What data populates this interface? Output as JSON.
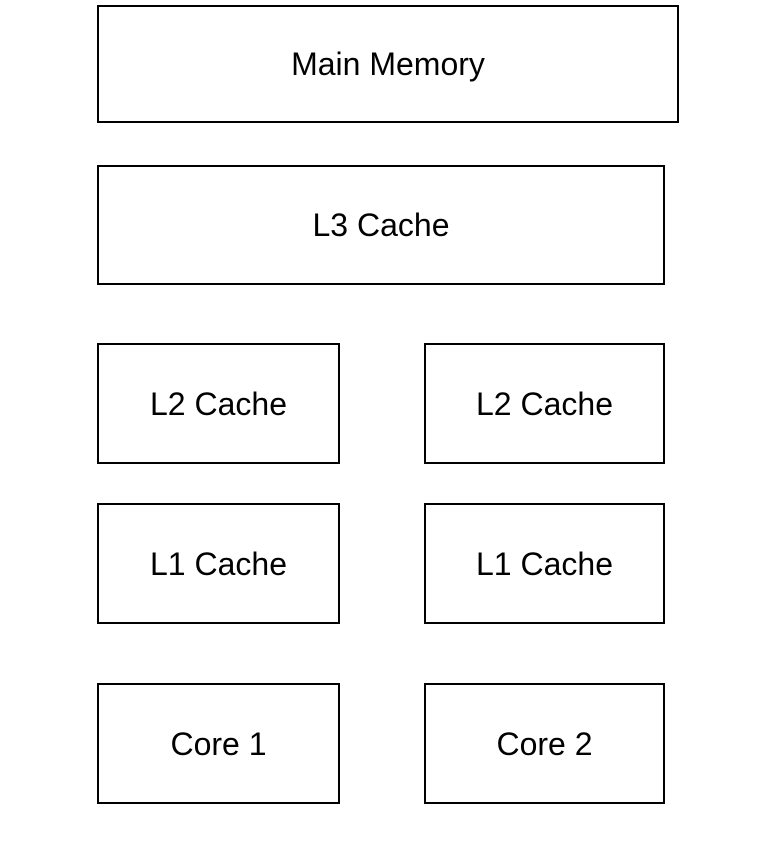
{
  "diagram": {
    "type": "block-diagram",
    "title": "",
    "background_color": "#ffffff",
    "box_fill_color": "#ffffff",
    "box_border_color": "#000000",
    "text_color": "#000000",
    "connectors": "none",
    "levels": [
      {
        "level_name": "main-memory",
        "span": "full",
        "nodes": [
          {
            "label": "Main Memory"
          }
        ]
      },
      {
        "level_name": "l3",
        "span": "shared",
        "nodes": [
          {
            "label": "L3 Cache"
          }
        ]
      },
      {
        "level_name": "l2",
        "span": "per-core",
        "nodes": [
          {
            "label": "L2 Cache"
          },
          {
            "label": "L2 Cache"
          }
        ]
      },
      {
        "level_name": "l1",
        "span": "per-core",
        "nodes": [
          {
            "label": "L1 Cache"
          },
          {
            "label": "L1 Cache"
          }
        ]
      },
      {
        "level_name": "cores",
        "span": "per-core",
        "nodes": [
          {
            "label": "Core 1"
          },
          {
            "label": "Core 2"
          }
        ]
      }
    ]
  }
}
